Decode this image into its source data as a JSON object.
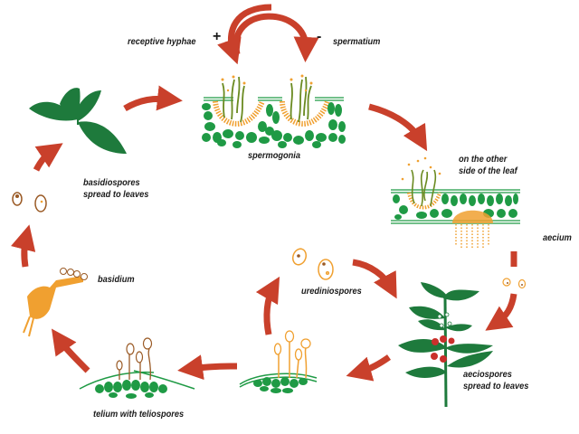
{
  "diagram": {
    "title": "Coffee leaf rust life cycle",
    "colors": {
      "arrow": "#c9402b",
      "leaf": "#1e7a3c",
      "tissue": "#1f9a45",
      "spore_orange": "#f0a030",
      "spore_brown": "#9a5a25",
      "berry": "#c9302b"
    },
    "labels": {
      "receptive_hyphae": "receptive hyphae",
      "plus": "+",
      "minus": "-",
      "spermatium": "spermatium",
      "spermogonia": "spermogonia",
      "other_side_line1": "on the other",
      "other_side_line2": "side of the leaf",
      "aecium": "aecium",
      "aeciospores_line1": "aeciospores",
      "aeciospores_line2": "spread to leaves",
      "urediniospores": "urediniospores",
      "telium": "telium with teliospores",
      "basidium": "basidium",
      "basidiospores_line1": "basidiospores",
      "basidiospores_line2": "spread to leaves"
    },
    "stages": [
      "spermogonia",
      "aecium",
      "aeciospores spread to leaves",
      "urediniospores",
      "telium with teliospores",
      "basidium",
      "basidiospores spread to leaves"
    ]
  }
}
